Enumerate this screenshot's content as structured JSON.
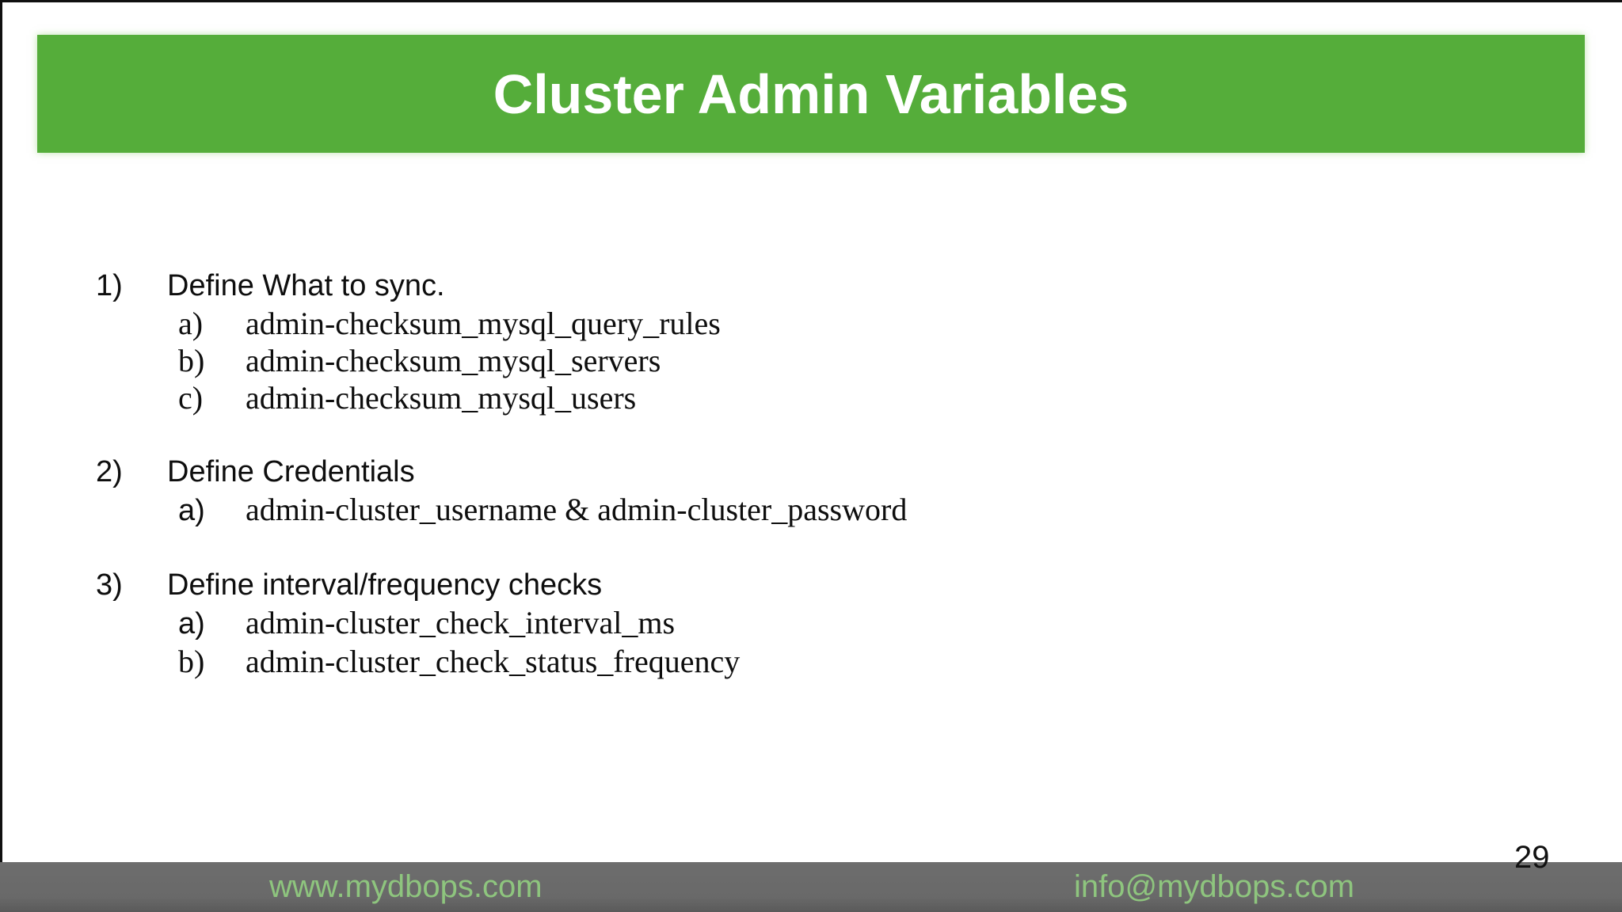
{
  "slide": {
    "title": "Cluster Admin Variables",
    "page_number": "29",
    "sections": [
      {
        "marker": "1)",
        "heading": "Define What to sync.",
        "items": [
          {
            "marker": "a)",
            "text": "admin-checksum_mysql_query_rules"
          },
          {
            "marker": "b)",
            "text": "admin-checksum_mysql_servers"
          },
          {
            "marker": "c)",
            "text": "admin-checksum_mysql_users"
          }
        ]
      },
      {
        "marker": "2)",
        "heading": "Define Credentials",
        "items": [
          {
            "marker": "a)",
            "text": "admin-cluster_username & admin-cluster_password"
          }
        ]
      },
      {
        "marker": "3)",
        "heading": "Define interval/frequency checks",
        "items": [
          {
            "marker": "a)",
            "text": "admin-cluster_check_interval_ms"
          },
          {
            "marker": "b)",
            "text": "admin-cluster_check_status_frequency"
          }
        ]
      }
    ],
    "footer": {
      "website": "www.mydbops.com",
      "email": "info@mydbops.com"
    },
    "colors": {
      "banner_green": "#55ad3a",
      "footer_gray": "#6a6a6a",
      "footer_text_green": "#8ec57e"
    }
  }
}
